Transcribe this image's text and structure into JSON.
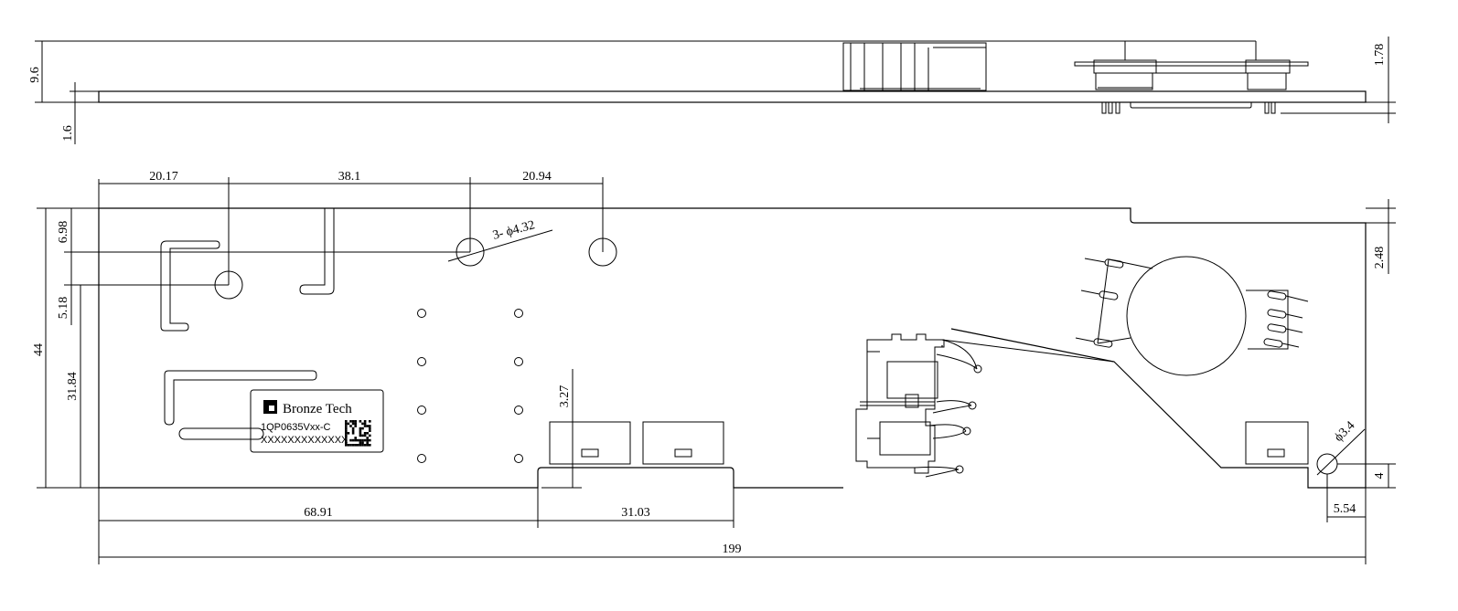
{
  "side_view": {
    "dims": {
      "height_total": "9.6",
      "pcb_thickness": "1.6",
      "bottom_protrusion": "1.78"
    }
  },
  "top_view": {
    "dims": {
      "hole_x_1": "20.17",
      "hole_x_2": "38.1",
      "hole_x_3": "20.94",
      "holes_callout": "3- ϕ4.32",
      "top_hole_offset": "6.98",
      "hole_y_diff": "5.18",
      "board_width": "44",
      "hole_height_from_bottom": "31.84",
      "step_height": "2.48",
      "notch_height": "3.27",
      "notch_x": "68.91",
      "notch_width": "31.03",
      "board_length": "199",
      "mount_hole_callout": "ϕ3.4",
      "mount_hole_y": "4",
      "mount_hole_x": "5.54"
    },
    "label": {
      "brand": "Bronze Tech",
      "part_number": "1QP0635Vxx-C",
      "serial": "XXXXXXXXXXXXX"
    }
  }
}
